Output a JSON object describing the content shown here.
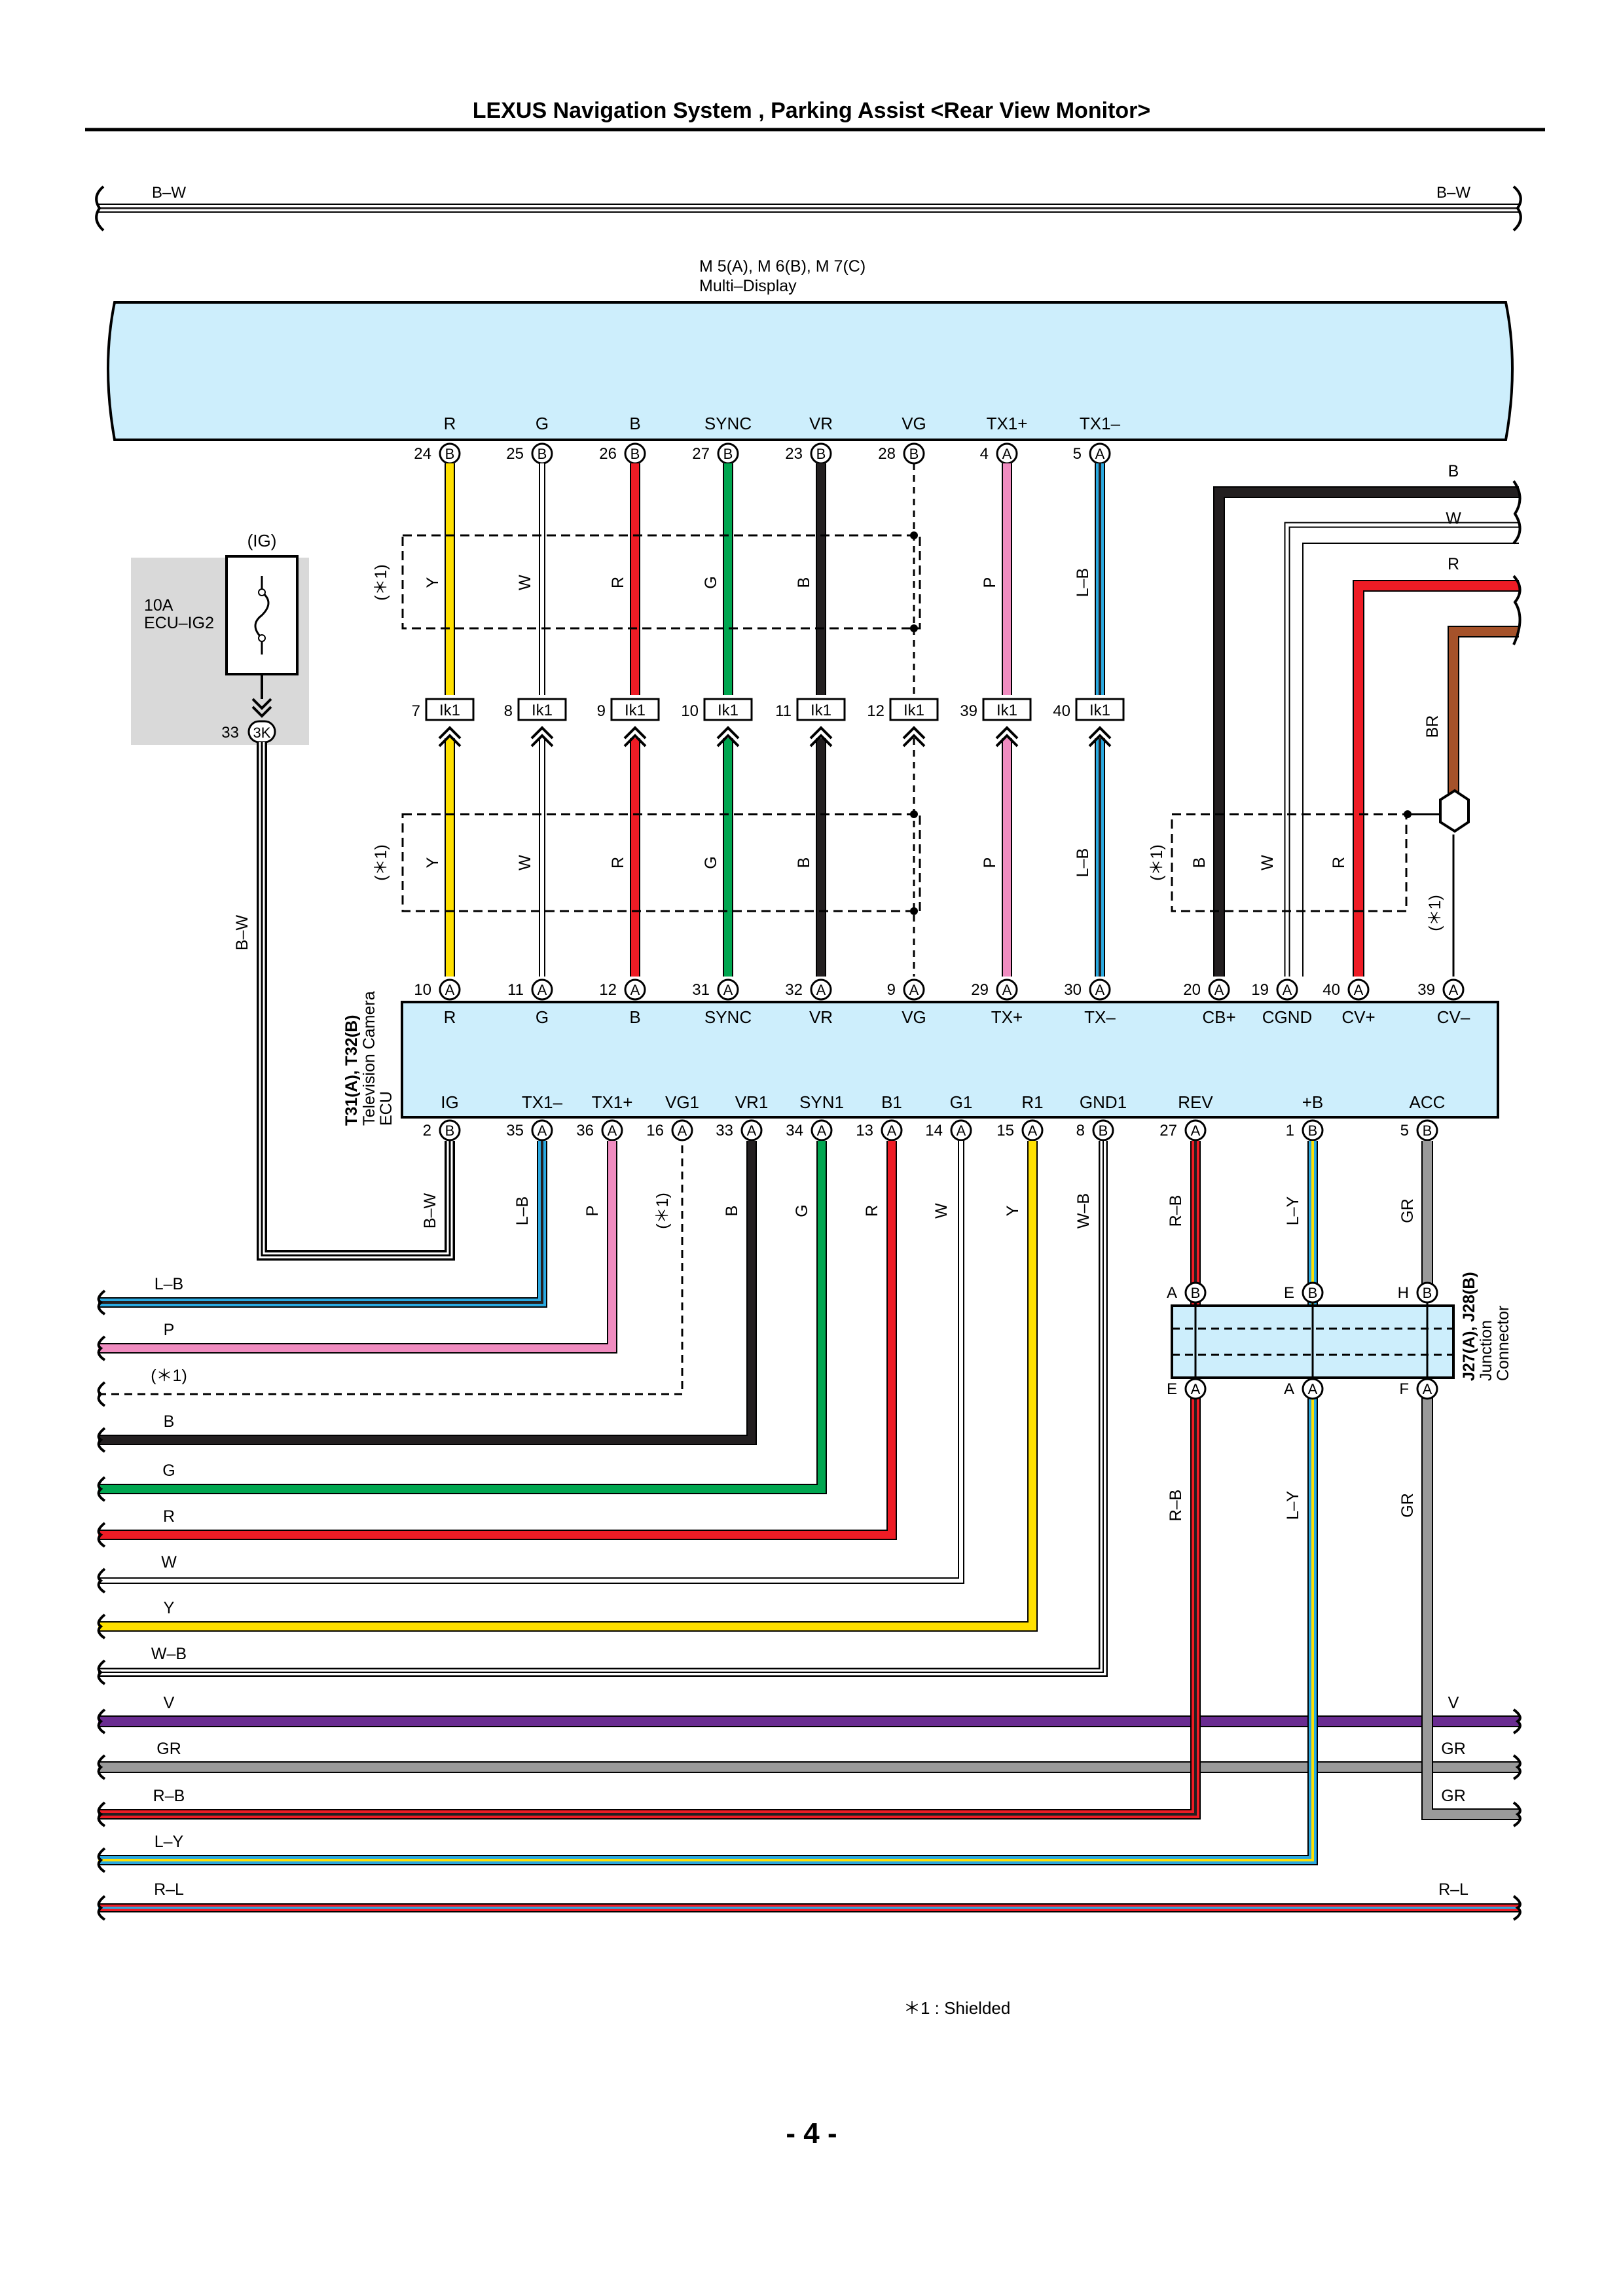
{
  "header": {
    "title": "LEXUS Navigation System , Parking Assist <Rear View Monitor>"
  },
  "footer": {
    "page_number": "- 4 -",
    "footnote": "＊1 : Shielded"
  },
  "colors": {
    "Y": "#ffe000",
    "W": "#ffffff",
    "R": "#ee1c25",
    "G": "#00a650",
    "B": "#231f20",
    "P": "#f08cc0",
    "L": "#2aa9e0",
    "BR": "#a5522a",
    "V": "#6a2c91",
    "GR": "#9a9a9a",
    "component_fill": "#cdeefc",
    "fuse_box_fill": "#d9d9d9"
  },
  "top_wire": {
    "label_left": "B–W",
    "label_right": "B–W"
  },
  "multi_display": {
    "id": "M 5(A), M 6(B), M 7(C)",
    "name": "Multi–Display",
    "pins": [
      {
        "name": "R",
        "num": "24",
        "conn": "B"
      },
      {
        "name": "G",
        "num": "25",
        "conn": "B"
      },
      {
        "name": "B",
        "num": "26",
        "conn": "B"
      },
      {
        "name": "SYNC",
        "num": "27",
        "conn": "B"
      },
      {
        "name": "VR",
        "num": "23",
        "conn": "B"
      },
      {
        "name": "VG",
        "num": "28",
        "conn": "B"
      },
      {
        "name": "TX1+",
        "num": "4",
        "conn": "A"
      },
      {
        "name": "TX1–",
        "num": "5",
        "conn": "A"
      }
    ]
  },
  "right_wires": [
    {
      "label": "B",
      "color": "B"
    },
    {
      "label": "W",
      "color": "W"
    },
    {
      "label": "R",
      "color": "R"
    },
    {
      "label": "BR",
      "color": "BR"
    }
  ],
  "fuse": {
    "circuit": "(IG)",
    "rating": "10A",
    "name": "ECU–IG2",
    "pin_num": "33",
    "pin_conn": "3K",
    "wire_label": "B–W"
  },
  "shield_label": "(＊1)",
  "upper_wires": [
    "Y",
    "W",
    "R",
    "G",
    "B",
    "",
    "P",
    "L–B"
  ],
  "junction_ik1": {
    "label": "Ik1",
    "pins": [
      "7",
      "8",
      "9",
      "10",
      "11",
      "12",
      "39",
      "40"
    ]
  },
  "lower_wires": [
    "Y",
    "W",
    "R",
    "G",
    "B",
    "",
    "P",
    "L–B"
  ],
  "camera_wires": [
    "B",
    "W",
    "R",
    "BR"
  ],
  "ecu": {
    "id": "T31(A), T32(B)",
    "name_line1": "Television Camera",
    "name_line2": "ECU",
    "top_pins": [
      {
        "name": "R",
        "num": "10",
        "conn": "A"
      },
      {
        "name": "G",
        "num": "11",
        "conn": "A"
      },
      {
        "name": "B",
        "num": "12",
        "conn": "A"
      },
      {
        "name": "SYNC",
        "num": "31",
        "conn": "A"
      },
      {
        "name": "VR",
        "num": "32",
        "conn": "A"
      },
      {
        "name": "VG",
        "num": "9",
        "conn": "A"
      },
      {
        "name": "TX+",
        "num": "29",
        "conn": "A"
      },
      {
        "name": "TX–",
        "num": "30",
        "conn": "A"
      },
      {
        "name": "CB+",
        "num": "20",
        "conn": "A"
      },
      {
        "name": "CGND",
        "num": "19",
        "conn": "A"
      },
      {
        "name": "CV+",
        "num": "40",
        "conn": "A"
      },
      {
        "name": "CV–",
        "num": "39",
        "conn": "A"
      }
    ],
    "bottom_pins": [
      {
        "name": "IG",
        "num": "2",
        "conn": "B",
        "wire": "B–W"
      },
      {
        "name": "TX1–",
        "num": "35",
        "conn": "A",
        "wire": "L–B"
      },
      {
        "name": "TX1+",
        "num": "36",
        "conn": "A",
        "wire": "P"
      },
      {
        "name": "VG1",
        "num": "16",
        "conn": "A",
        "wire": "(＊1)"
      },
      {
        "name": "VR1",
        "num": "33",
        "conn": "A",
        "wire": "B"
      },
      {
        "name": "SYN1",
        "num": "34",
        "conn": "A",
        "wire": "G"
      },
      {
        "name": "B1",
        "num": "13",
        "conn": "A",
        "wire": "R"
      },
      {
        "name": "G1",
        "num": "14",
        "conn": "A",
        "wire": "W"
      },
      {
        "name": "R1",
        "num": "15",
        "conn": "A",
        "wire": "Y"
      },
      {
        "name": "GND1",
        "num": "8",
        "conn": "B",
        "wire": "W–B"
      },
      {
        "name": "REV",
        "num": "27",
        "conn": "A",
        "wire": "R–B"
      },
      {
        "name": "+B",
        "num": "1",
        "conn": "B",
        "wire": "L–Y"
      },
      {
        "name": "ACC",
        "num": "5",
        "conn": "B",
        "wire": "GR"
      }
    ]
  },
  "junction_connector": {
    "id": "J27(A), J28(B)",
    "name_line1": "Junction",
    "name_line2": "Connector",
    "top_pins": [
      {
        "letter": "A",
        "conn": "B"
      },
      {
        "letter": "E",
        "conn": "B"
      },
      {
        "letter": "H",
        "conn": "B"
      }
    ],
    "bottom_pins": [
      {
        "letter": "E",
        "conn": "A"
      },
      {
        "letter": "A",
        "conn": "A"
      },
      {
        "letter": "F",
        "conn": "A"
      }
    ],
    "out_wires": [
      "R–B",
      "L–Y",
      "GR"
    ]
  },
  "left_bus": [
    "L–B",
    "P",
    "(＊1)",
    "B",
    "G",
    "R",
    "W",
    "Y",
    "W–B",
    "V",
    "GR",
    "R–B",
    "L–Y",
    "R–L"
  ],
  "right_bus": [
    "V",
    "GR",
    "GR",
    "R–L"
  ]
}
